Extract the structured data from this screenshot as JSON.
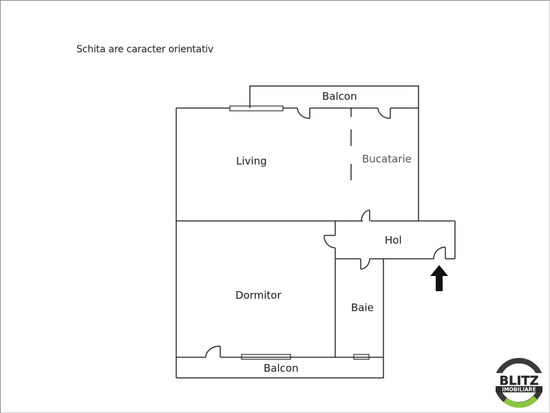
{
  "note": "Schita are caracter orientativ",
  "rooms": {
    "balcon_top": "Balcon",
    "living": "Living",
    "bucatarie": "Bucatarie",
    "hol": "Hol",
    "dormitor": "Dormitor",
    "baie": "Baie",
    "balcon_bottom": "Balcon"
  },
  "entrance_icon": "arrow-up-icon",
  "logo": {
    "line1": "BLITZ",
    "line2": "IMOBILIARE",
    "ring_color": "#3a3a3a",
    "accent_color": "#8dc63f"
  }
}
